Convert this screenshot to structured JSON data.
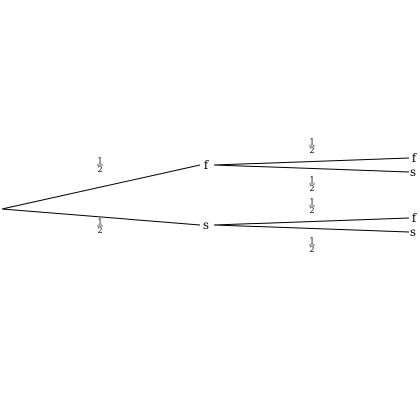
{
  "tree": {
    "root": {
      "label": "",
      "children": [
        {
          "label": "f",
          "edge_label": {
            "numerator": "1",
            "denominator": "2"
          },
          "children": [
            {
              "label": "f",
              "edge_label": {
                "numerator": "1",
                "denominator": "2"
              }
            },
            {
              "label": "s",
              "edge_label": {
                "numerator": "1",
                "denominator": "2"
              }
            }
          ]
        },
        {
          "label": "s",
          "edge_label": {
            "numerator": "1",
            "denominator": "2"
          },
          "children": [
            {
              "label": "f",
              "edge_label": {
                "numerator": "1",
                "denominator": "2"
              }
            },
            {
              "label": "s",
              "edge_label": {
                "numerator": "1",
                "denominator": "2"
              }
            }
          ]
        }
      ]
    }
  }
}
